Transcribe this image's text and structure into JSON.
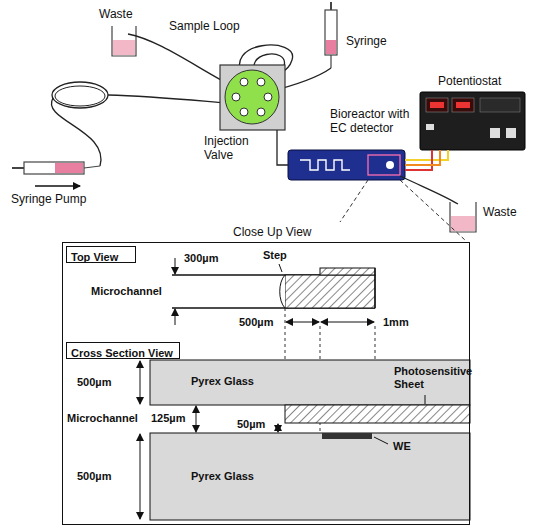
{
  "diagram": {
    "nodes": [
      {
        "text": [
          "Injection Valve"
        ]
      },
      {
        "text": [
          "Bioreactor with EC detector"
        ]
      },
      {
        "text": [
          "Potentiostat"
        ]
      },
      {
        "text": [
          "Close Up View"
        ]
      },
      {
        "text": [
          "Top View"
        ],
        "in": 3
      },
      {
        "text": [
          "Cross Section View"
        ],
        "in": 3
      }
    ],
    "edges": [
      {
        "from": 0,
        "to": 1,
        "arrow": "none"
      },
      {
        "from": 1,
        "to": 2,
        "arrow": "none"
      }
    ],
    "labels": [
      "Waste",
      "Sample Loop",
      "Syringe",
      "Syringe Pump",
      "Waste",
      "Step",
      "300µm",
      "Microchannel",
      "500µm",
      "1mm",
      "Pyrex Glass",
      "500µm",
      "Photosensitive Sheet",
      "Microchannel",
      "125µm",
      "50µm",
      "WE",
      "500µm",
      "Pyrex Glass"
    ]
  }
}
